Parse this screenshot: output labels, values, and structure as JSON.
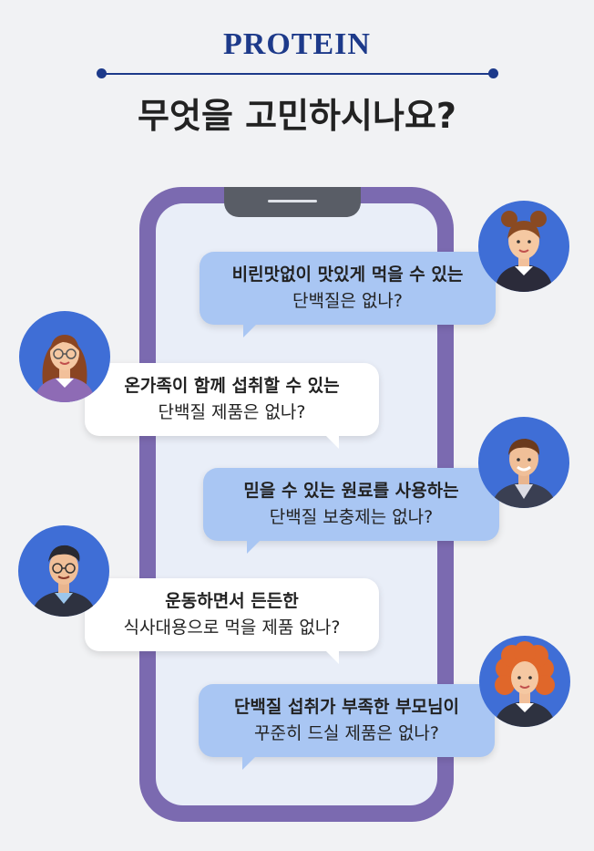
{
  "brand": "PROTEIN",
  "headline": "무엇을 고민하시나요?",
  "colors": {
    "navy": "#1d3a8a",
    "phone_frame": "#7b6ab0",
    "bubble_blue": "#a9c6f3",
    "bubble_white": "#ffffff",
    "avatar_bg": "#3f6ed6"
  },
  "bubbles": [
    {
      "line1": "비린맛없이 맛있게 먹을 수 있는",
      "line2": "단백질은 없나?",
      "style": "blue"
    },
    {
      "line1": "온가족이 함께 섭취할 수 있는",
      "line2": "단백질 제품은 없나?",
      "style": "white"
    },
    {
      "line1": "믿을 수 있는 원료를 사용하는",
      "line2": "단백질 보충제는 없나?",
      "style": "blue"
    },
    {
      "line1": "운동하면서 든든한",
      "line2": "식사대용으로 먹을 제품 없나?",
      "style": "white"
    },
    {
      "line1": "단백질 섭취가 부족한 부모님이",
      "line2": "꾸준히 드실 제품은 없나?",
      "style": "blue"
    }
  ],
  "avatars": [
    "girl-buns-avatar",
    "woman-glasses-avatar",
    "man-jacket-avatar",
    "man-glasses-avatar",
    "woman-curly-avatar"
  ]
}
